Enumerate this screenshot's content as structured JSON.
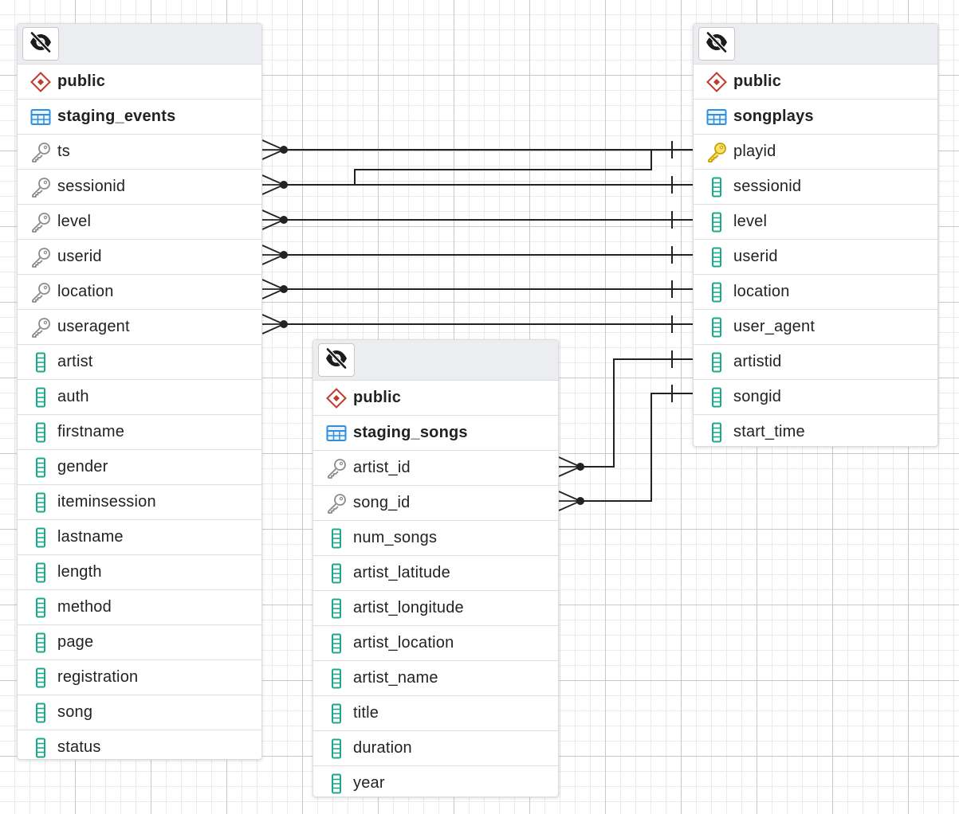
{
  "diagram": {
    "tables": [
      {
        "id": "staging_events",
        "schema": "public",
        "name": "staging_events",
        "columns": [
          {
            "name": "ts",
            "kind": "fk"
          },
          {
            "name": "sessionid",
            "kind": "fk"
          },
          {
            "name": "level",
            "kind": "fk"
          },
          {
            "name": "userid",
            "kind": "fk"
          },
          {
            "name": "location",
            "kind": "fk"
          },
          {
            "name": "useragent",
            "kind": "fk"
          },
          {
            "name": "artist",
            "kind": "col"
          },
          {
            "name": "auth",
            "kind": "col"
          },
          {
            "name": "firstname",
            "kind": "col"
          },
          {
            "name": "gender",
            "kind": "col"
          },
          {
            "name": "iteminsession",
            "kind": "col"
          },
          {
            "name": "lastname",
            "kind": "col"
          },
          {
            "name": "length",
            "kind": "col"
          },
          {
            "name": "method",
            "kind": "col"
          },
          {
            "name": "page",
            "kind": "col"
          },
          {
            "name": "registration",
            "kind": "col"
          },
          {
            "name": "song",
            "kind": "col"
          },
          {
            "name": "status",
            "kind": "col"
          }
        ]
      },
      {
        "id": "staging_songs",
        "schema": "public",
        "name": "staging_songs",
        "columns": [
          {
            "name": "artist_id",
            "kind": "fk"
          },
          {
            "name": "song_id",
            "kind": "fk"
          },
          {
            "name": "num_songs",
            "kind": "col"
          },
          {
            "name": "artist_latitude",
            "kind": "col"
          },
          {
            "name": "artist_longitude",
            "kind": "col"
          },
          {
            "name": "artist_location",
            "kind": "col"
          },
          {
            "name": "artist_name",
            "kind": "col"
          },
          {
            "name": "title",
            "kind": "col"
          },
          {
            "name": "duration",
            "kind": "col"
          },
          {
            "name": "year",
            "kind": "col"
          }
        ]
      },
      {
        "id": "songplays",
        "schema": "public",
        "name": "songplays",
        "columns": [
          {
            "name": "playid",
            "kind": "pk"
          },
          {
            "name": "sessionid",
            "kind": "col"
          },
          {
            "name": "level",
            "kind": "col"
          },
          {
            "name": "userid",
            "kind": "col"
          },
          {
            "name": "location",
            "kind": "col"
          },
          {
            "name": "user_agent",
            "kind": "col"
          },
          {
            "name": "artistid",
            "kind": "col"
          },
          {
            "name": "songid",
            "kind": "col"
          },
          {
            "name": "start_time",
            "kind": "col"
          }
        ]
      }
    ],
    "relationships": [
      {
        "from": "staging_events.ts",
        "to": "songplays.playid",
        "cardinality": "many-to-one"
      },
      {
        "from": "staging_events.sessionid",
        "to": "songplays.playid",
        "cardinality": "many-to-one"
      },
      {
        "from": "staging_events.sessionid",
        "to": "songplays.sessionid",
        "cardinality": "many-to-one"
      },
      {
        "from": "staging_events.level",
        "to": "songplays.level",
        "cardinality": "many-to-one"
      },
      {
        "from": "staging_events.userid",
        "to": "songplays.userid",
        "cardinality": "many-to-one"
      },
      {
        "from": "staging_events.location",
        "to": "songplays.location",
        "cardinality": "many-to-one"
      },
      {
        "from": "staging_events.useragent",
        "to": "songplays.user_agent",
        "cardinality": "many-to-one"
      },
      {
        "from": "staging_songs.artist_id",
        "to": "songplays.artistid",
        "cardinality": "many-to-one"
      },
      {
        "from": "staging_songs.song_id",
        "to": "songplays.songid",
        "cardinality": "many-to-one"
      }
    ],
    "colors": {
      "schema_icon": "#c0392b",
      "table_icon": "#2f8fde",
      "column_icon": "#1ba88a",
      "fk_icon": "#8a8a8a",
      "pk_icon": "#f2c40f",
      "link_line": "#222222",
      "header_bg": "#ebedf1"
    },
    "icons": {
      "toggle": "eye-off-icon",
      "schema": "schema-diamond-icon",
      "table": "table-grid-icon",
      "column": "column-icon",
      "fk": "key-icon",
      "pk": "primary-key-icon"
    }
  }
}
